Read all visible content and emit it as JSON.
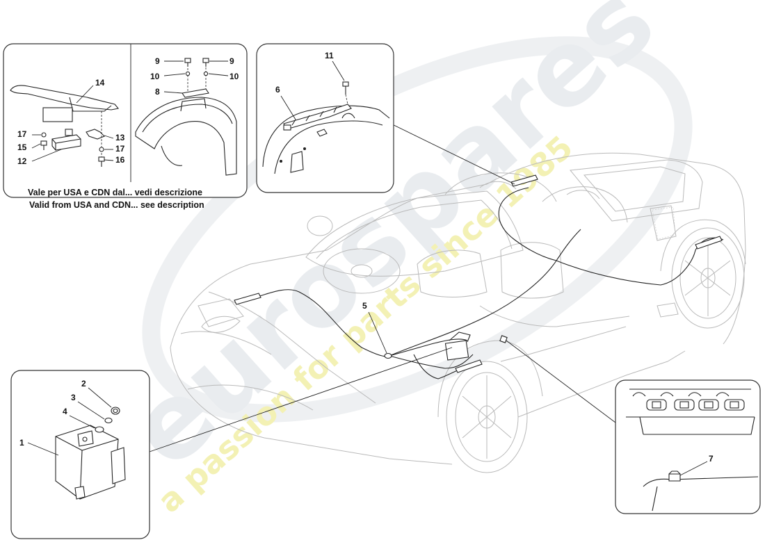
{
  "watermark": {
    "brand": "eurospares",
    "tagline": "a passion for parts since 1985"
  },
  "inset_rear_sensor": {
    "note_line1": "Vale per USA e CDN dal... vedi descrizione",
    "note_line2": "Valid from USA and CDN... see description",
    "callouts": {
      "c14": "14",
      "c17a": "17",
      "c15": "15",
      "c12": "12",
      "c13": "13",
      "c17b": "17",
      "c16": "16",
      "c9a": "9",
      "c10a": "10",
      "c8": "8",
      "c9b": "9",
      "c10b": "10"
    }
  },
  "inset_antenna": {
    "callouts": {
      "c11": "11",
      "c6": "6"
    }
  },
  "inset_control_unit": {
    "callouts": {
      "c1": "1",
      "c2": "2",
      "c3": "3",
      "c4": "4"
    }
  },
  "inset_console": {
    "callouts": {
      "c7": "7"
    }
  },
  "main": {
    "callouts": {
      "c5": "5"
    }
  }
}
